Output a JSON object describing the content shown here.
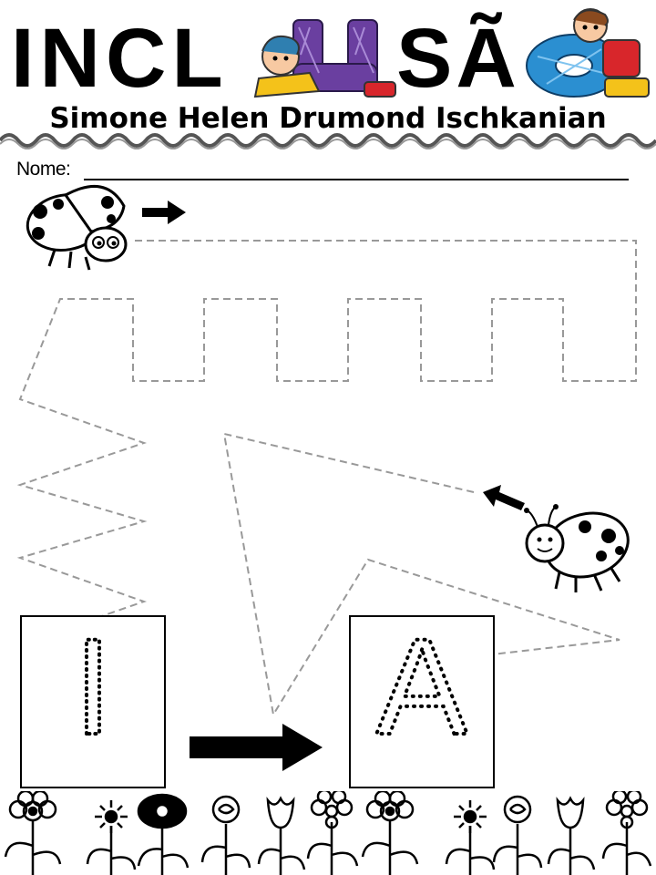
{
  "header": {
    "title_part_1": "INCL",
    "title_part_2": "U",
    "title_part_3": "SÃ",
    "title_part_4": "O",
    "author": "Simone Helen Drumond Ischkanian"
  },
  "form": {
    "name_label": "Nome:"
  },
  "exercise": {
    "letter_start": "I",
    "letter_end": "A"
  },
  "colors": {
    "trace_line": "#999999",
    "ink": "#000000",
    "kid_red": "#d8262b",
    "kid_yellow": "#f4c21a",
    "kid_blue": "#2b8fd1",
    "kid_purple": "#6a3fa0"
  },
  "icons": [
    "ladybug-icon",
    "arrow-right-icon",
    "arrow-left-icon",
    "flower-icon"
  ]
}
